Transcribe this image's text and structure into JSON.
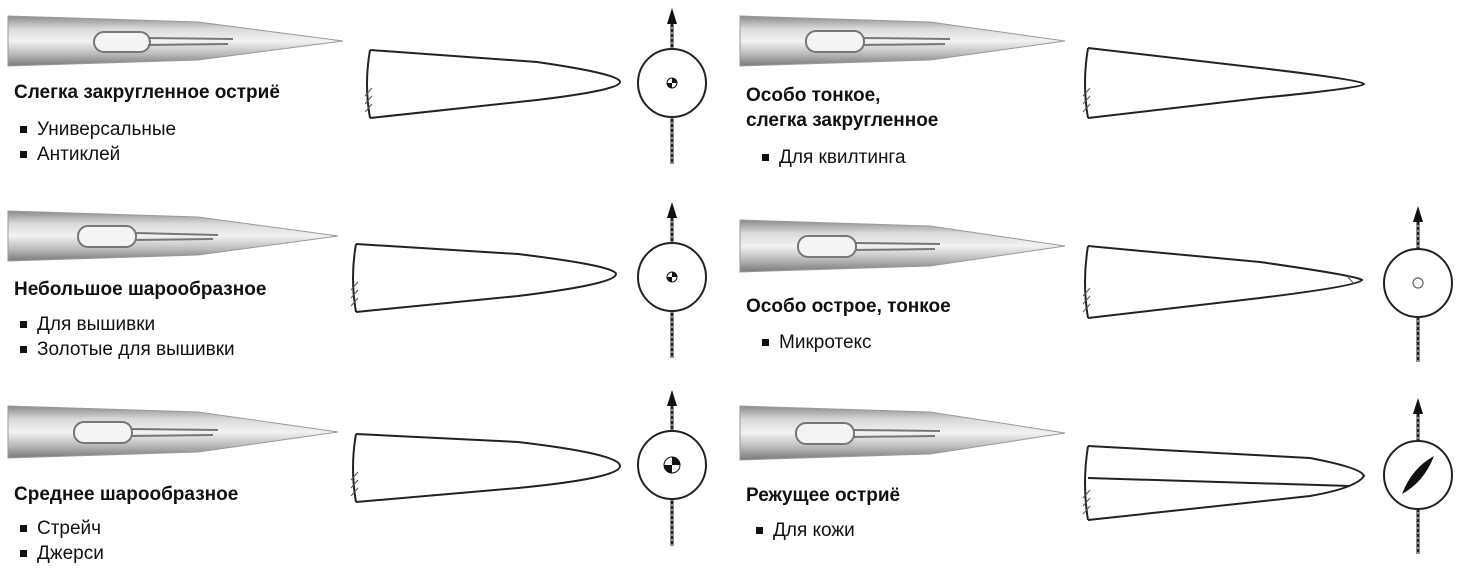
{
  "needles": [
    {
      "title": [
        "Слегка закругленное остриё"
      ],
      "uses": [
        "Универсальные",
        "Антиклей"
      ],
      "section": "ball-dot"
    },
    {
      "title": [
        "Небольшое шарообразное"
      ],
      "uses": [
        "Для вышивки",
        "Золотые для вышивки"
      ],
      "section": "ball-dot"
    },
    {
      "title": [
        "Среднее шарообразное"
      ],
      "uses": [
        "Стрейч",
        "Джерси"
      ],
      "section": "ball-large"
    },
    {
      "title": [
        "Особо тонкое,",
        "слегка закругленное"
      ],
      "uses": [
        "Для квилтинга"
      ],
      "section": "none"
    },
    {
      "title": [
        "Особо острое, тонкое"
      ],
      "uses": [
        "Микротекс"
      ],
      "section": "small-ring"
    },
    {
      "title": [
        "Режущее остриё"
      ],
      "uses": [
        "Для кожи"
      ],
      "section": "blade"
    }
  ],
  "colors": {
    "text": "#111111",
    "outline": "#222222",
    "needle_metal": "#b8b8b8"
  }
}
